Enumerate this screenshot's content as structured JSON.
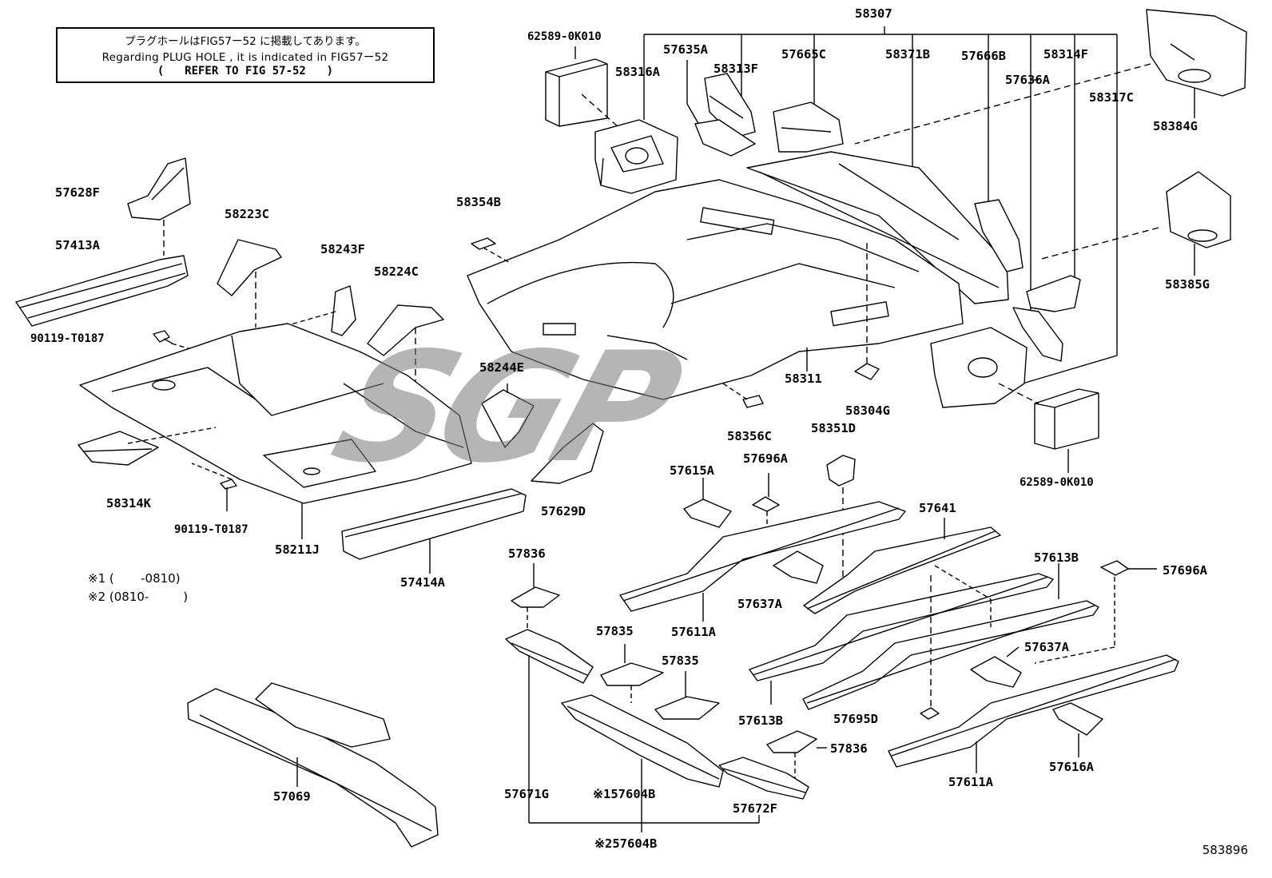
{
  "notice": {
    "line_ja": "プラグホールはFIG57ー52 に掲載してあります。",
    "line_en": "Regarding  PLUG HOLE , it is indicated  in  FIG57ー52",
    "ref_open": "(",
    "ref_text": "REFER TO FIG 57-52",
    "ref_close": ")"
  },
  "footnotes": {
    "note1_mark": "※1",
    "note1_range": "(       -0810)",
    "note2_mark": "※2",
    "note2_range": "(0810-         )"
  },
  "watermark": "SGP",
  "catalog_number": "583896",
  "part_labels": {
    "p58307": "58307",
    "p62589_top": "62589-0K010",
    "p57635A": "57635A",
    "p57665C": "57665C",
    "p58371B": "58371B",
    "p57666B": "57666B",
    "p58314F": "58314F",
    "p58316A": "58316A",
    "p58313F": "58313F",
    "p57636A": "57636A",
    "p58317C": "58317C",
    "p58384G": "58384G",
    "p58385G": "58385G",
    "p57628F": "57628F",
    "p57413A": "57413A",
    "p58223C": "58223C",
    "p58243F": "58243F",
    "p58224C": "58224C",
    "p58354B": "58354B",
    "p90119_top": "90119-T0187",
    "p58244E": "58244E",
    "p58311": "58311",
    "p58304G": "58304G",
    "p58356C": "58356C",
    "p58351D": "58351D",
    "p62589_bottom": "62589-0K010",
    "p58314K": "58314K",
    "p90119_bottom": "90119-T0187",
    "p58211J": "58211J",
    "p57414A": "57414A",
    "p57629D": "57629D",
    "p57615A": "57615A",
    "p57696A_top": "57696A",
    "p57641": "57641",
    "p57836_top": "57836",
    "p57637A_left": "57637A",
    "p57611A_top": "57611A",
    "p57613B_right": "57613B",
    "p57696A_right": "57696A",
    "p57835_a": "57835",
    "p57835_b": "57835",
    "p57613B_left": "57613B",
    "p57695D": "57695D",
    "p57637A_right": "57637A",
    "p57836_bottom": "57836",
    "p57069": "57069",
    "p57671G": "57671G",
    "p57604B_1": "※157604B",
    "p57604B_2": "※257604B",
    "p57672F": "57672F",
    "p57611A_bottom": "57611A",
    "p57616A": "57616A"
  }
}
